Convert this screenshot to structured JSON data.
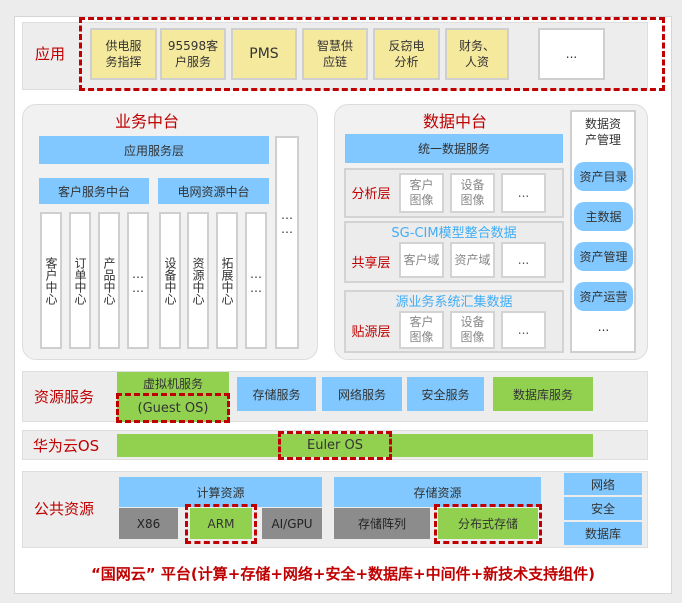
{
  "app_layer": {
    "label": "应用",
    "items": [
      {
        "line1": "供电服",
        "line2": "务指挥"
      },
      {
        "line1": "95598客",
        "line2": "户服务"
      },
      {
        "line1": "PMS",
        "line2": ""
      },
      {
        "line1": "智慧供",
        "line2": "应链"
      },
      {
        "line1": "反窃电",
        "line2": "分析"
      },
      {
        "line1": "财务、",
        "line2": "人资"
      },
      {
        "line1": "...",
        "line2": ""
      }
    ]
  },
  "business_platform": {
    "title": "业务中台",
    "app_service_layer": "应用服务层",
    "customer_platform": "客户服务中台",
    "grid_platform": "电网资源中台",
    "customer_centers": [
      "客户中心",
      "订单中心",
      "产品中心",
      "……"
    ],
    "grid_centers": [
      "设备中心",
      "资源中心",
      "拓展中心",
      "……"
    ],
    "side_column": "……"
  },
  "data_platform": {
    "title": "数据中台",
    "unified_service": "统一数据服务",
    "analysis_layer": {
      "label": "分析层",
      "cells": [
        {
          "line1": "客户",
          "line2": "图像"
        },
        {
          "line1": "设备",
          "line2": "图像"
        },
        {
          "line1": "...",
          "line2": ""
        }
      ]
    },
    "shared_layer": {
      "title": "SG-CIM模型整合数据",
      "label": "共享层",
      "cells": [
        "客户域",
        "资产域",
        "..."
      ]
    },
    "source_layer": {
      "title": "源业务系统汇集数据",
      "label": "贴源层",
      "cells": [
        {
          "line1": "客户",
          "line2": "图像"
        },
        {
          "line1": "设备",
          "line2": "图像"
        },
        {
          "line1": "...",
          "line2": ""
        }
      ]
    },
    "asset_management": {
      "title_line1": "数据资",
      "title_line2": "产管理",
      "items": [
        "资产目录",
        "主数据",
        "资产管理",
        "资产运营",
        "..."
      ]
    }
  },
  "resource_services": {
    "label": "资源服务",
    "vm_service": "虚拟机服务",
    "guest_os": "(Guest OS)",
    "items": [
      "存储服务",
      "网络服务",
      "安全服务"
    ],
    "database_service": "数据库服务"
  },
  "cloud_os": {
    "label": "华为云OS",
    "os": "Euler OS"
  },
  "public_resources": {
    "label": "公共资源",
    "compute": {
      "title": "计算资源",
      "items": [
        "X86",
        "ARM",
        "AI/GPU"
      ]
    },
    "storage": {
      "title": "存储资源",
      "items": [
        "存储阵列",
        "分布式存储"
      ]
    },
    "side_items": [
      "网络",
      "安全",
      "数据库"
    ]
  },
  "caption": "“国网云” 平台(计算+存储+网络+安全+数据库+中间件+新技术支持组件)",
  "colors": {
    "accent_red": "#c00000",
    "app_yellow": "#f5e99e",
    "service_blue": "#80c8ff",
    "green": "#92d050",
    "gray": "#8c8c8c",
    "cyan_text": "#42aef5"
  }
}
